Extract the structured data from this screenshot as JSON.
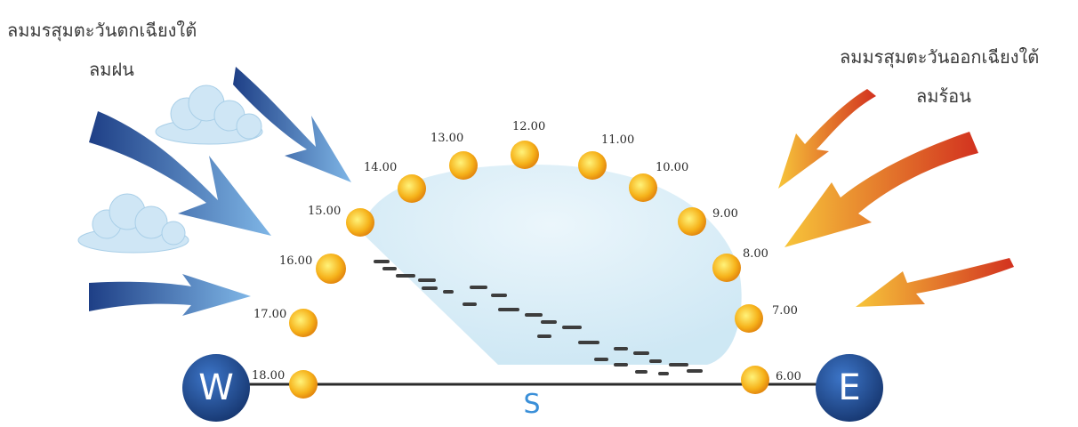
{
  "labels": {
    "west_monsoon": "ลมมรสุมตะวันตกเฉียงใต้",
    "west_wind": "ลมฝน",
    "east_monsoon": "ลมมรสุมตะวันออกเฉียงใต้",
    "east_wind": "ลมร้อน"
  },
  "directions": {
    "west": "W",
    "east": "E",
    "south": "S"
  },
  "hours": [
    "6.00",
    "7.00",
    "8.00",
    "9.00",
    "10.00",
    "11.00",
    "12.00",
    "13.00",
    "14.00",
    "15.00",
    "16.00",
    "17.00",
    "18.00"
  ],
  "colors": {
    "cool_arrow": "#2f5fa8",
    "warm_arrow": "#e0462a",
    "sun": "#f5b71c",
    "sky_dome": "#d7ecf7",
    "compass_circle": "#1f4e9c",
    "south_label": "#3a8fd8"
  }
}
